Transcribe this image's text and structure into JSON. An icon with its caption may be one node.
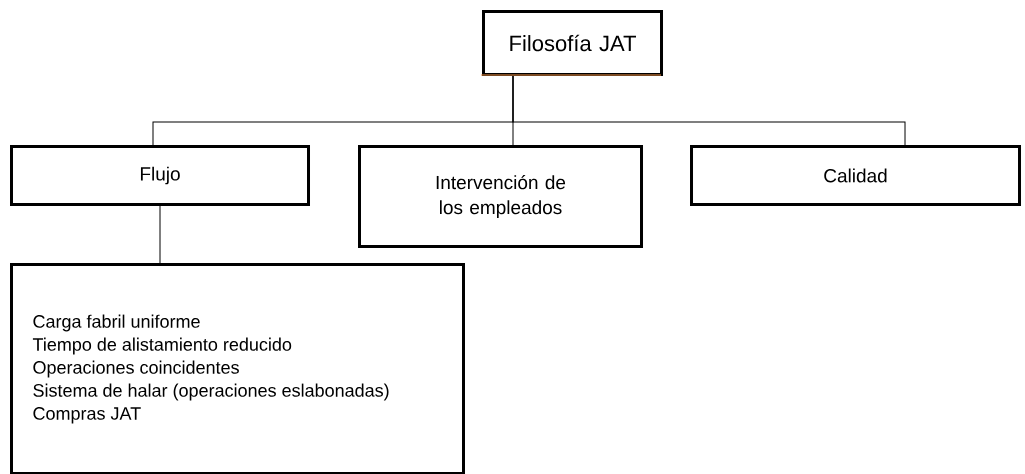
{
  "diagram": {
    "nodes": [
      {
        "text": [
          "Filosofía JAT"
        ]
      },
      {
        "text": [
          "Flujo"
        ]
      },
      {
        "text": [
          "Intervención de los empleados"
        ]
      },
      {
        "text": [
          "Calidad"
        ]
      },
      {
        "text": [
          "Carga fabril uniforme",
          "Tiempo de alistamiento reducido",
          "Operaciones coincidentes",
          "Sistema de halar (operaciones eslabonadas)",
          "Compras JAT"
        ]
      }
    ],
    "edges": [
      {
        "from": 0,
        "to": 1,
        "arrow": "none"
      },
      {
        "from": 0,
        "to": 2,
        "arrow": "none"
      },
      {
        "from": 0,
        "to": 3,
        "arrow": "none"
      },
      {
        "from": 1,
        "to": 4,
        "arrow": "none"
      }
    ]
  }
}
